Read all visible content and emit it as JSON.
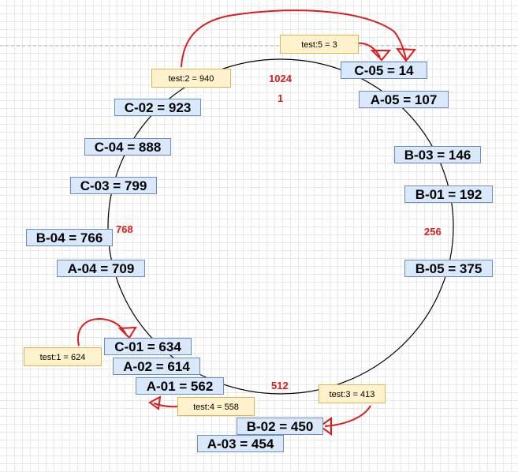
{
  "ring": {
    "marks": {
      "m1024": "1024",
      "m1": "1",
      "m256": "256",
      "m512": "512",
      "m768": "768"
    },
    "nodes": {
      "c05": "C-05 = 14",
      "a05": "A-05 = 107",
      "b03": "B-03 = 146",
      "b01": "B-01 = 192",
      "b05": "B-05 = 375",
      "b02": "B-02 = 450",
      "a03": "A-03 = 454",
      "a01": "A-01 = 562",
      "a02": "A-02 = 614",
      "c01": "C-01 = 634",
      "a04": "A-04 = 709",
      "b04": "B-04 = 766",
      "c03": "C-03 = 799",
      "c04": "C-04 = 888",
      "c02": "C-02 = 923"
    },
    "tests": {
      "t1": "test:1 = 624",
      "t2": "test:2 = 940",
      "t3": "test:3 = 413",
      "t4": "test:4 = 558",
      "t5": "test:5 = 3"
    }
  },
  "colors": {
    "ring": "#000000",
    "node_fill": "#dae8fc",
    "node_border": "#6c8ebf",
    "test_fill": "#fff2cc",
    "test_border": "#d6b656",
    "arrow": "#e01b1b",
    "mark_text": "#e01b1b"
  }
}
